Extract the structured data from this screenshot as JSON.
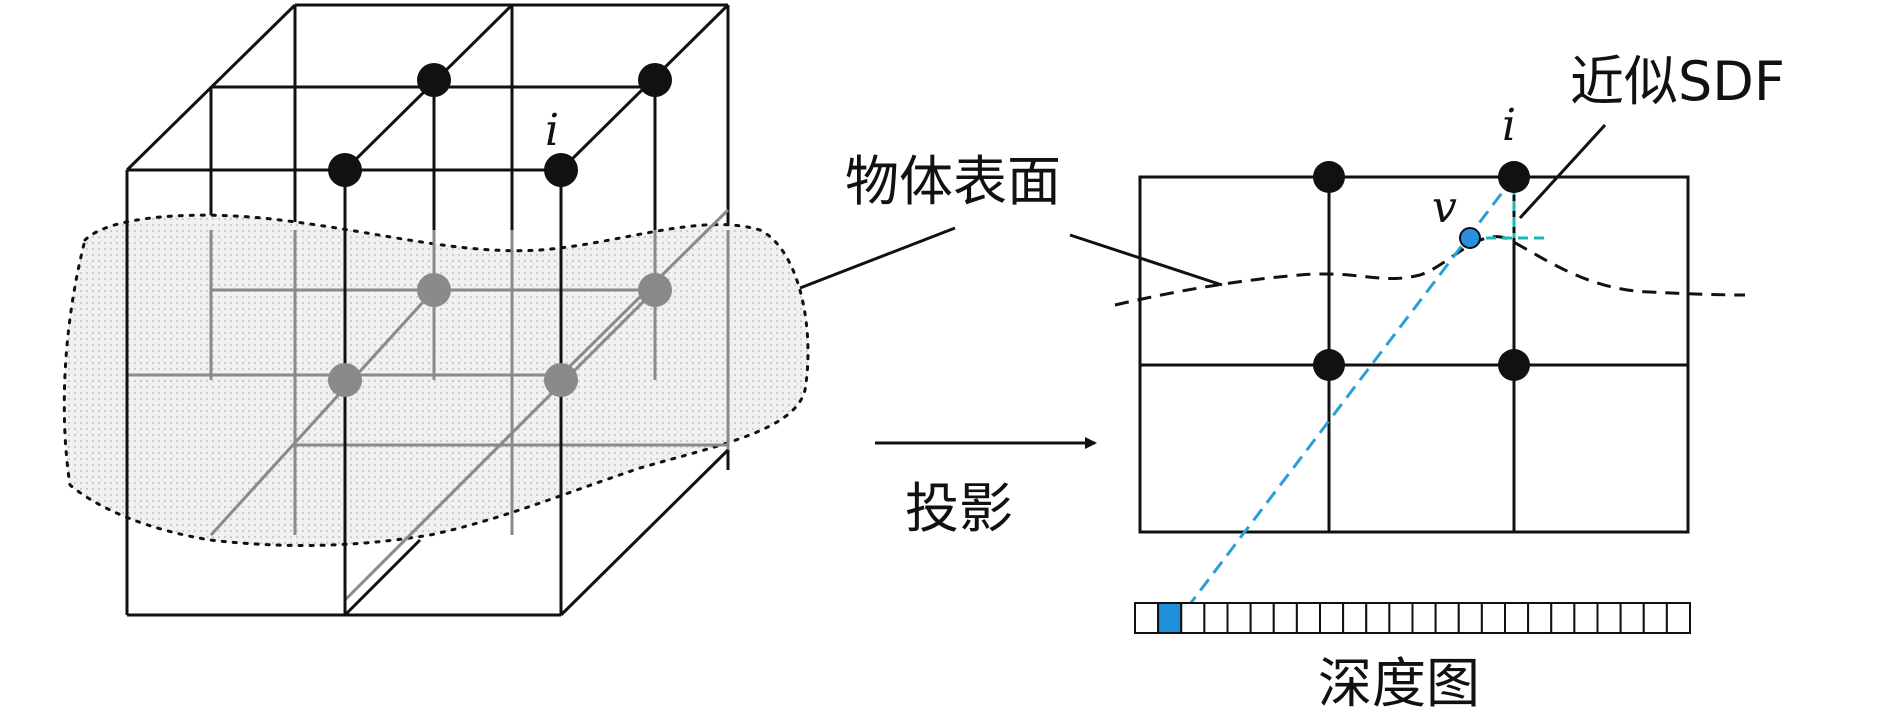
{
  "labels": {
    "approx_sdf": "近似SDF",
    "object_surface": "物体表面",
    "projection": "投影",
    "depth_map": "深度图",
    "voxel_i_left": "i",
    "voxel_i_right": "i",
    "point_v": "v"
  },
  "colors": {
    "line": "#111111",
    "inside_gray": "#8a8a8a",
    "surface_fill": "#e9e9e9",
    "ray_dash": "#2a9fd6",
    "sdf_dash": "#1fb5b5",
    "highlight_pixel": "#1e90d8",
    "point_v": "#2a8fe0"
  },
  "depth_map": {
    "pixel_count": 24,
    "highlighted_index": 2
  }
}
